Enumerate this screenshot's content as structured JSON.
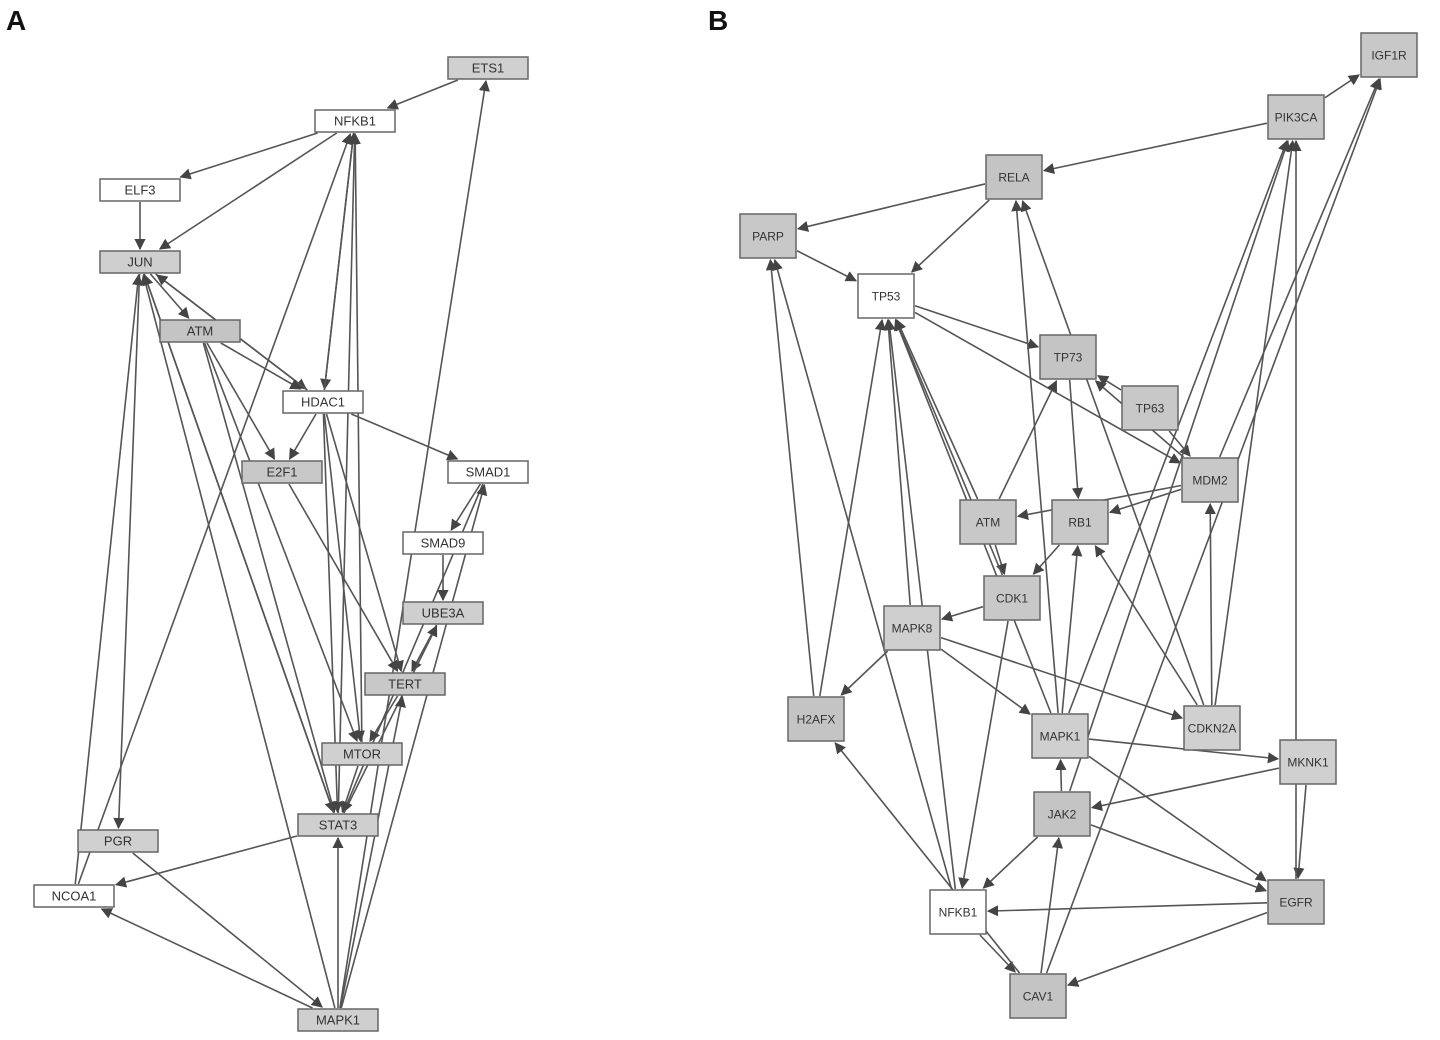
{
  "panels": [
    {
      "label": "A",
      "nodes": [
        {
          "id": "ETS1",
          "label": "ETS1",
          "fill": "#d0d0d0"
        },
        {
          "id": "NFKB1",
          "label": "NFKB1",
          "fill": "#ffffff"
        },
        {
          "id": "ELF3",
          "label": "ELF3",
          "fill": "#ffffff"
        },
        {
          "id": "JUN",
          "label": "JUN",
          "fill": "#cfcfcf"
        },
        {
          "id": "ATM",
          "label": "ATM",
          "fill": "#c4c4c4"
        },
        {
          "id": "HDAC1",
          "label": "HDAC1",
          "fill": "#ffffff"
        },
        {
          "id": "E2F1",
          "label": "E2F1",
          "fill": "#c8c8c8"
        },
        {
          "id": "SMAD1",
          "label": "SMAD1",
          "fill": "#ffffff"
        },
        {
          "id": "SMAD9",
          "label": "SMAD9",
          "fill": "#ffffff"
        },
        {
          "id": "UBE3A",
          "label": "UBE3A",
          "fill": "#cfcfcf"
        },
        {
          "id": "TERT",
          "label": "TERT",
          "fill": "#c8c8c8"
        },
        {
          "id": "MTOR",
          "label": "MTOR",
          "fill": "#d0d0d0"
        },
        {
          "id": "STAT3",
          "label": "STAT3",
          "fill": "#cfcfcf"
        },
        {
          "id": "PGR",
          "label": "PGR",
          "fill": "#d0d0d0"
        },
        {
          "id": "NCOA1",
          "label": "NCOA1",
          "fill": "#ffffff"
        },
        {
          "id": "MAPK1",
          "label": "MAPK1",
          "fill": "#cfcfcf"
        }
      ],
      "edges": [
        [
          "ETS1",
          "NFKB1"
        ],
        [
          "MAPK1",
          "ETS1"
        ],
        [
          "NFKB1",
          "ELF3"
        ],
        [
          "ELF3",
          "JUN"
        ],
        [
          "NFKB1",
          "JUN"
        ],
        [
          "NFKB1",
          "HDAC1"
        ],
        [
          "HDAC1",
          "NFKB1"
        ],
        [
          "NCOA1",
          "NFKB1"
        ],
        [
          "MTOR",
          "NFKB1"
        ],
        [
          "STAT3",
          "NFKB1"
        ],
        [
          "JUN",
          "ATM"
        ],
        [
          "JUN",
          "HDAC1"
        ],
        [
          "HDAC1",
          "JUN"
        ],
        [
          "JUN",
          "PGR"
        ],
        [
          "JUN",
          "STAT3"
        ],
        [
          "NCOA1",
          "JUN"
        ],
        [
          "MAPK1",
          "JUN"
        ],
        [
          "STAT3",
          "JUN"
        ],
        [
          "ATM",
          "HDAC1"
        ],
        [
          "ATM",
          "E2F1"
        ],
        [
          "ATM",
          "STAT3"
        ],
        [
          "ATM",
          "MTOR"
        ],
        [
          "HDAC1",
          "E2F1"
        ],
        [
          "HDAC1",
          "SMAD1"
        ],
        [
          "HDAC1",
          "STAT3"
        ],
        [
          "HDAC1",
          "MTOR"
        ],
        [
          "HDAC1",
          "TERT"
        ],
        [
          "E2F1",
          "TERT"
        ],
        [
          "SMAD1",
          "SMAD9"
        ],
        [
          "SMAD1",
          "STAT3"
        ],
        [
          "MAPK1",
          "SMAD1"
        ],
        [
          "SMAD9",
          "UBE3A"
        ],
        [
          "UBE3A",
          "TERT"
        ],
        [
          "STAT3",
          "UBE3A"
        ],
        [
          "TERT",
          "MTOR"
        ],
        [
          "MTOR",
          "STAT3"
        ],
        [
          "MAPK1",
          "TERT"
        ],
        [
          "STAT3",
          "NCOA1"
        ],
        [
          "MAPK1",
          "STAT3"
        ],
        [
          "PGR",
          "MAPK1"
        ],
        [
          "MAPK1",
          "NCOA1"
        ]
      ]
    },
    {
      "label": "B",
      "nodes": [
        {
          "id": "IGF1R",
          "label": "IGF1R",
          "fill": "#c8c8c8"
        },
        {
          "id": "PIK3CA",
          "label": "PIK3CA",
          "fill": "#c8c8c8"
        },
        {
          "id": "RELA",
          "label": "RELA",
          "fill": "#c4c4c4"
        },
        {
          "id": "PARP",
          "label": "PARP",
          "fill": "#c8c8c8"
        },
        {
          "id": "TP53",
          "label": "TP53",
          "fill": "#ffffff"
        },
        {
          "id": "TP73",
          "label": "TP73",
          "fill": "#c4c4c4"
        },
        {
          "id": "TP63",
          "label": "TP63",
          "fill": "#c8c8c8"
        },
        {
          "id": "MDM2",
          "label": "MDM2",
          "fill": "#c8c8c8"
        },
        {
          "id": "ATM",
          "label": "ATM",
          "fill": "#c8c8c8"
        },
        {
          "id": "RB1",
          "label": "RB1",
          "fill": "#c8c8c8"
        },
        {
          "id": "CDK1",
          "label": "CDK1",
          "fill": "#c8c8c8"
        },
        {
          "id": "MAPK8",
          "label": "MAPK8",
          "fill": "#cfcfcf"
        },
        {
          "id": "H2AFX",
          "label": "H2AFX",
          "fill": "#c4c4c4"
        },
        {
          "id": "MAPK1",
          "label": "MAPK1",
          "fill": "#cfcfcf"
        },
        {
          "id": "CDKN2A",
          "label": "CDKN2A",
          "fill": "#d0d0d0"
        },
        {
          "id": "MKNK1",
          "label": "MKNK1",
          "fill": "#d0d0d0"
        },
        {
          "id": "JAK2",
          "label": "JAK2",
          "fill": "#c4c4c4"
        },
        {
          "id": "NFKB1",
          "label": "NFKB1",
          "fill": "#ffffff"
        },
        {
          "id": "EGFR",
          "label": "EGFR",
          "fill": "#c4c4c4"
        },
        {
          "id": "CAV1",
          "label": "CAV1",
          "fill": "#c4c4c4"
        }
      ],
      "edges": [
        [
          "PIK3CA",
          "IGF1R"
        ],
        [
          "PIK3CA",
          "RELA"
        ],
        [
          "RELA",
          "PARP"
        ],
        [
          "RELA",
          "TP53"
        ],
        [
          "PARP",
          "TP53"
        ],
        [
          "TP53",
          "TP73"
        ],
        [
          "TP63",
          "TP73"
        ],
        [
          "TP63",
          "MDM2"
        ],
        [
          "MDM2",
          "TP73"
        ],
        [
          "TP53",
          "MDM2"
        ],
        [
          "MDM2",
          "RB1"
        ],
        [
          "MDM2",
          "ATM"
        ],
        [
          "MDM2",
          "IGF1R"
        ],
        [
          "TP73",
          "RB1"
        ],
        [
          "ATM",
          "TP73"
        ],
        [
          "ATM",
          "TP53"
        ],
        [
          "ATM",
          "CDK1"
        ],
        [
          "RB1",
          "CDK1"
        ],
        [
          "CDK1",
          "MAPK8"
        ],
        [
          "CDK1",
          "TP53"
        ],
        [
          "CDK1",
          "NFKB1"
        ],
        [
          "MAPK8",
          "H2AFX"
        ],
        [
          "MAPK8",
          "MAPK1"
        ],
        [
          "MAPK8",
          "CDKN2A"
        ],
        [
          "MAPK8",
          "TP53"
        ],
        [
          "H2AFX",
          "PARP"
        ],
        [
          "H2AFX",
          "TP53"
        ],
        [
          "MAPK1",
          "RELA"
        ],
        [
          "MAPK1",
          "PIK3CA"
        ],
        [
          "MAPK1",
          "MKNK1"
        ],
        [
          "MAPK1",
          "TP53"
        ],
        [
          "MAPK1",
          "EGFR"
        ],
        [
          "MAPK1",
          "RB1"
        ],
        [
          "CDKN2A",
          "RELA"
        ],
        [
          "CDKN2A",
          "PIK3CA"
        ],
        [
          "CDKN2A",
          "MDM2"
        ],
        [
          "CDKN2A",
          "RB1"
        ],
        [
          "MKNK1",
          "EGFR"
        ],
        [
          "MKNK1",
          "JAK2"
        ],
        [
          "JAK2",
          "MAPK1"
        ],
        [
          "JAK2",
          "NFKB1"
        ],
        [
          "JAK2",
          "EGFR"
        ],
        [
          "NFKB1",
          "PARP"
        ],
        [
          "NFKB1",
          "TP53"
        ],
        [
          "NFKB1",
          "CAV1"
        ],
        [
          "EGFR",
          "PIK3CA"
        ],
        [
          "EGFR",
          "NFKB1"
        ],
        [
          "EGFR",
          "CAV1"
        ],
        [
          "CAV1",
          "JAK2"
        ],
        [
          "CAV1",
          "H2AFX"
        ],
        [
          "CAV1",
          "IGF1R"
        ],
        [
          "JAK2",
          "PIK3CA"
        ]
      ]
    }
  ]
}
